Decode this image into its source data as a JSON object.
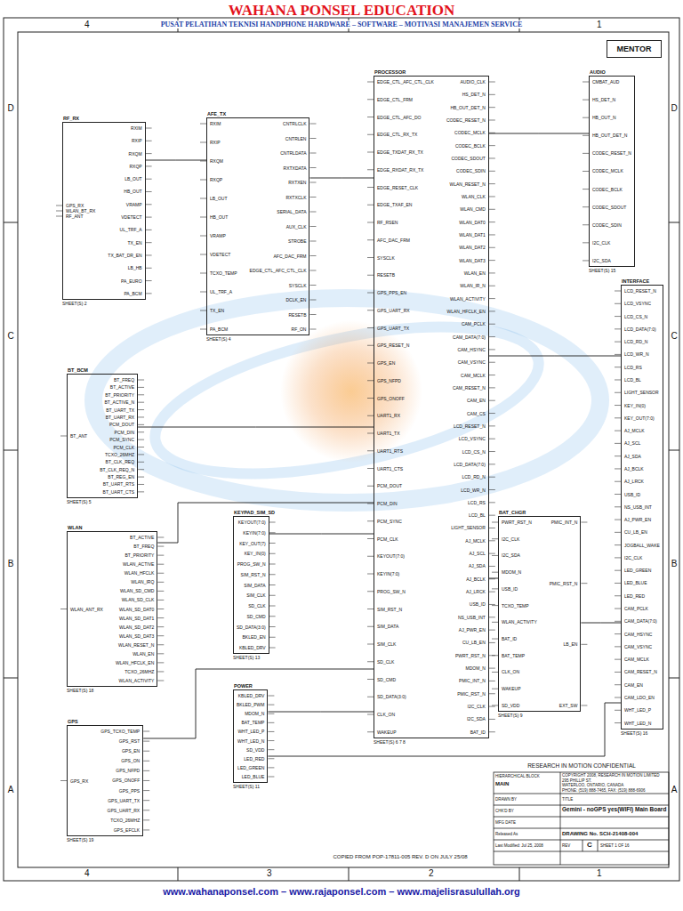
{
  "diagram": {
    "title": "WAHANA PONSEL EDUCATION",
    "nodes": [
      {
        "text": [
          "MENTOR"
        ]
      },
      {
        "text": [
          "RF_RX",
          "GPS_RX",
          "WLAN_BT_RX",
          "RF_ANT",
          "RXIM",
          "RXIP",
          "RXQM",
          "RXQP",
          "LB_OUT",
          "HB_OUT",
          "VRAMP",
          "VDETECT",
          "UL_TRF_A",
          "TX_EN",
          "TX_BAT_DR_EN",
          "LB_HB",
          "PA_EURO",
          "PA_BCM"
        ]
      },
      {
        "text": [
          "AFE_TX",
          "RXIM",
          "RXIP",
          "RXQM",
          "RXQP",
          "LB_OUT",
          "HB_OUT",
          "VRAMP",
          "VDETECT",
          "TCXO_TEMP",
          "UL_TRF_A",
          "TX_EN",
          "PA_BCM",
          "CNTRLCLK",
          "CNTRLEN",
          "CNTRLDATA",
          "RXTXDATA",
          "RXTXEN",
          "RXTXCLK",
          "SERIAL_DATA",
          "AUX_CLK",
          "STROBE",
          "AFC_DAC_FRM",
          "EDGE_CTL_AFC_CTL_CLK",
          "SYSCLK",
          "DCLK_EN",
          "RESETB",
          "RF_ON"
        ]
      },
      {
        "text": [
          "PROCESSOR",
          "EDGE_CTL_AFC_CTL_CLK",
          "EDGE_CTL_FRM",
          "EDGE_CTL_AFC_DO",
          "EDGE_CTL_RX_TX",
          "EDGE_TXDAT_RX_TX",
          "EDGE_RXDAT_RX_TX",
          "EDGE_RESET_CLK",
          "EDGE_TXAF_EN",
          "RF_RSEN",
          "AFC_DAC_FRM",
          "SYSCLK",
          "RESETB",
          "GPS_PPS_EN",
          "GPS_UART_RX",
          "GPS_UART_TX",
          "GPS_RESET_N",
          "GPS_EN",
          "GPS_NFPD",
          "GPS_ONOFF",
          "UART1_RX",
          "UART1_TX",
          "UART1_RTS",
          "UART1_CTS",
          "PCM_DOUT",
          "PCM_DIN",
          "PCM_SYNC",
          "PCM_CLK",
          "KEYOUT(7:0)",
          "KEYIN(7:0)",
          "PROG_SW_N",
          "SIM_RST_N",
          "SIM_DATA",
          "SIM_CLK",
          "SD_CLK",
          "SD_CMD",
          "SD_DATA(3:0)",
          "CLK_ON",
          "WAKEUP",
          "AUDIO_CLK",
          "HS_DET_N",
          "HB_OUT_DET_N",
          "CODEC_RESET_N",
          "CODEC_MCLK",
          "CODEC_BCLK",
          "CODEC_SDOUT",
          "CODEC_SDIN",
          "WLAN_RESET_N",
          "WLAN_CLK",
          "WLAN_CMD",
          "WLAN_DAT0",
          "WLAN_DAT1",
          "WLAN_DAT2",
          "WLAN_DAT3",
          "WLAN_EN",
          "WLAN_IR_N",
          "WLAN_ACTIVITY",
          "WLAN_HFCLK_EN",
          "CAM_PCLK",
          "CAM_DATA(7:0)",
          "CAM_HSYNC",
          "CAM_VSYNC",
          "CAM_MCLK",
          "CAM_RESET_N",
          "CAM_EN",
          "CAM_CS",
          "LCD_RESET_N",
          "LCD_VSYNC",
          "LCD_CS_N",
          "LCD_DATA(7:0)",
          "LCD_RD_N",
          "LCD_WR_N",
          "LCD_RS",
          "LCD_BL",
          "LIGHT_SENSOR",
          "AJ_MCLK",
          "AJ_SCL",
          "AJ_SDA",
          "AJ_BCLK",
          "AJ_LRCK",
          "USB_ID",
          "NS_USB_INT",
          "AJ_PWR_EN",
          "CU_LB_EN",
          "PWRT_RST_N",
          "MDOM_N",
          "PMIC_INT_N",
          "PMIC_RST_N",
          "I2C_CLK",
          "I2C_SDA",
          "BAT_ID"
        ]
      },
      {
        "text": [
          "AUDIO",
          "CMBAT_AUD",
          "HS_DET_N",
          "HB_OUT_N",
          "HB_OUT_DET_N",
          "CODEC_RESET_N",
          "CODEC_MCLK",
          "CODEC_BCLK",
          "CODEC_SDOUT",
          "CODEC_SDIN",
          "I2C_CLK",
          "I2C_SDA"
        ]
      },
      {
        "text": [
          "INTERFACE",
          "LCD_RESET_N",
          "LCD_VSYNC",
          "LCD_CS_N",
          "LCD_DATA(7:0)",
          "LCD_RD_N",
          "LCD_WR_N",
          "LCD_RS",
          "LCD_BL",
          "LIGHT_SENSOR",
          "KEY_IN(0)",
          "KEY_OUT(7:0)",
          "AJ_MCLK",
          "AJ_SCL",
          "AJ_SDA",
          "AJ_BCLK",
          "AJ_LRCK",
          "USB_ID",
          "NS_USB_INT",
          "AJ_PWR_EN",
          "CU_LB_EN",
          "JOGBALL_WAKE",
          "I2C_CLK",
          "LED_GREEN",
          "LED_BLUE",
          "LED_RED",
          "CAM_PCLK",
          "CAM_DATA(7:0)",
          "CAM_HSYNC",
          "CAM_VSYNC",
          "CAM_MCLK",
          "CAM_RESET_N",
          "CAM_EN",
          "CAM_LDO_EN",
          "WHT_LED_P",
          "WHT_LED_N"
        ]
      },
      {
        "text": [
          "BT_BCM",
          "BT_ANT",
          "BT_FREQ",
          "BT_ACTIVE",
          "BT_PRIORITY",
          "BT_ACTIVE_N",
          "BT_UART_TX",
          "BT_UART_RX",
          "PCM_DOUT",
          "PCM_DIN",
          "PCM_SYNC",
          "PCM_CLK",
          "TCXO_26MHZ",
          "BT_CLK_REQ",
          "BT_CLK_REQ_N",
          "BT_REG_EN",
          "BT_UART_RTS",
          "BT_UART_CTS"
        ]
      },
      {
        "text": [
          "WLAN",
          "WLAN_ANT_RX",
          "BT_ACTIVE",
          "BT_FREQ",
          "BT_PRIORITY",
          "WLAN_ACTIVE",
          "WLAN_HFCLK",
          "WLAN_IRQ",
          "WLAN_SD_CMD",
          "WLAN_SD_CLK",
          "WLAN_SD_DAT0",
          "WLAN_SD_DAT1",
          "WLAN_SD_DAT2",
          "WLAN_SD_DAT3",
          "WLAN_RESET_N",
          "WLAN_EN",
          "WLAN_HFCLK_EN",
          "TCXO_26MHZ",
          "WLAN_ACTIVITY"
        ]
      },
      {
        "text": [
          "GPS",
          "GPS_RX",
          "GPS_TCXO_TEMP",
          "GPS_RST",
          "GPS_EN",
          "GPS_ON",
          "GPS_NFPD",
          "GPS_ONOFF",
          "GPS_PPS",
          "GPS_UART_TX",
          "GPS_UART_RX",
          "TCXO_26MHZ",
          "GPS_EFCLK"
        ]
      },
      {
        "text": [
          "KEYPAD_SIM_SD",
          "KEYOUT(7:0)",
          "KEYIN(7:0)",
          "KEY_OUT(7)",
          "KEY_IN(0)",
          "PROG_SW_N",
          "SIM_RST_N",
          "SIM_DATA",
          "SIM_CLK",
          "SD_CLK",
          "SD_CMD",
          "SD_DATA(3:0)",
          "BKLED_EN",
          "KBLED_DRV"
        ]
      },
      {
        "text": [
          "POWER",
          "KBLED_DRV",
          "BKLED_PWM",
          "MDOM_N",
          "BAT_TEMP",
          "WHT_LED_P",
          "WHT_LED_N",
          "SD_VDD",
          "LED_RED",
          "LED_GREEN",
          "LED_BLUE"
        ]
      },
      {
        "text": [
          "BAT_CHGR",
          "PWRT_RST_N",
          "I2C_CLK",
          "I2C_SDA",
          "MDOM_N",
          "USB_ID",
          "TCXO_TEMP",
          "WLAN_ACTIVITY",
          "BAT_ID",
          "BAT_TEMP",
          "CLK_ON",
          "WAKEUP",
          "SD_VDD",
          "PMIC_INT_N",
          "PMIC_RST_N",
          "LB_EN",
          "EXT_SW"
        ]
      }
    ],
    "edges": [
      {
        "from": 1,
        "to": 2,
        "arrow": "none"
      },
      {
        "from": 2,
        "to": 3,
        "arrow": "none"
      },
      {
        "from": 3,
        "to": 4,
        "arrow": "none"
      },
      {
        "from": 3,
        "to": 5,
        "arrow": "none"
      },
      {
        "from": 6,
        "to": 3,
        "arrow": "none"
      },
      {
        "from": 7,
        "to": 3,
        "arrow": "none"
      },
      {
        "from": 8,
        "to": 3,
        "arrow": "none"
      },
      {
        "from": 9,
        "to": 3,
        "arrow": "none"
      },
      {
        "from": 10,
        "to": 3,
        "arrow": "none"
      },
      {
        "from": 3,
        "to": 11,
        "arrow": "none"
      },
      {
        "from": 11,
        "to": 5,
        "arrow": "none"
      },
      {
        "from": 10,
        "to": 5,
        "arrow": "none"
      }
    ],
    "labels": [
      "PUSAT PELATIHAN TEKNISI HANDPHONE HARDWARE – SOFTWARE – MOTIVASI MANAJEMEN SERVICE",
      "www.wahanaponsel.com – www.rajaponsel.com – www.majelisrasulullah.org",
      "4",
      "1",
      "4",
      "3",
      "2",
      "1",
      "D",
      "C",
      "B",
      "A",
      "D",
      "C",
      "B",
      "A",
      "RESEARCH IN MOTION CONFIDENTIAL",
      "COPIED FROM POP-17811-005 REV. D ON JULY 25/08",
      "HIERARCHICAL BLOCK",
      "MAIN",
      "COPYRIGHT 2008, RESEARCH IN MOTION LIMITED",
      "295 PHILLIP ST.",
      "WATERLOO, ONTARIO, CANADA",
      "PHONE: (519) 888-7465, FAX: (519) 888-6906",
      "DRAWN BY",
      "TITLE",
      "CHK'D BY",
      "Gemini - noGPS yes(WIFI) Main Board",
      "MFG DATE",
      "Released As",
      "DRAWING No. SCH-21408-004",
      "Last Modified: Jul 25, 2008",
      "REV",
      "C",
      "SHEET 1 OF 16",
      "SHEET(S) 2",
      "SHEET(S) 4",
      "SHEET(S) 6 7 8",
      "SHEET(S) 15",
      "SHEET(S) 16",
      "SHEET(S) 5",
      "SHEET(S) 18",
      "SHEET(S) 19",
      "SHEET(S) 13",
      "SHEET(S) 11",
      "SHEET(S) 9"
    ]
  }
}
